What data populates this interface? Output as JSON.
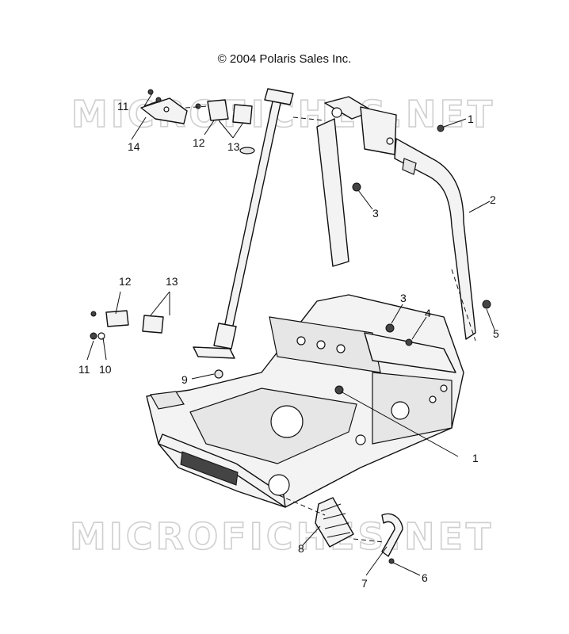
{
  "copyright": "© 2004 Polaris Sales Inc.",
  "watermarks": [
    "MICROFICHES.NET",
    "MICROFICHES.NET"
  ],
  "callouts": [
    {
      "id": "c1a",
      "label": "1"
    },
    {
      "id": "c1b",
      "label": "1"
    },
    {
      "id": "c2",
      "label": "2"
    },
    {
      "id": "c3a",
      "label": "3"
    },
    {
      "id": "c3b",
      "label": "3"
    },
    {
      "id": "c4",
      "label": "4"
    },
    {
      "id": "c5",
      "label": "5"
    },
    {
      "id": "c6",
      "label": "6"
    },
    {
      "id": "c7",
      "label": "7"
    },
    {
      "id": "c8",
      "label": "8"
    },
    {
      "id": "c9",
      "label": "9"
    },
    {
      "id": "c10",
      "label": "10"
    },
    {
      "id": "c11a",
      "label": "11"
    },
    {
      "id": "c11b",
      "label": "11"
    },
    {
      "id": "c12a",
      "label": "12"
    },
    {
      "id": "c12b",
      "label": "12"
    },
    {
      "id": "c13a",
      "label": "13"
    },
    {
      "id": "c13b",
      "label": "13"
    },
    {
      "id": "c14",
      "label": "14"
    }
  ]
}
